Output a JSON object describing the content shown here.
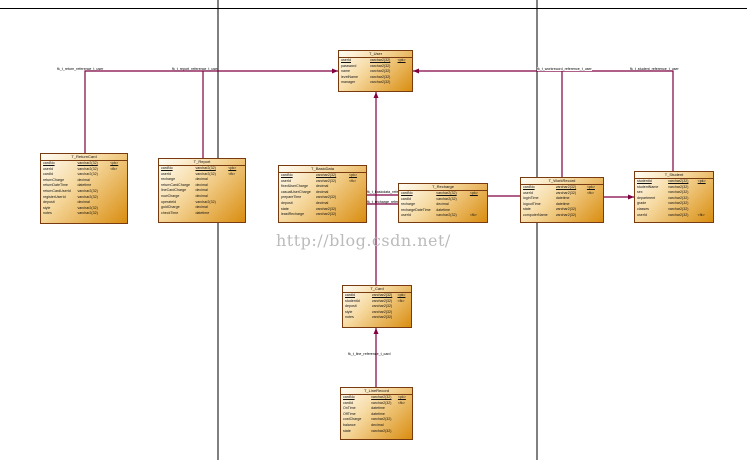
{
  "colors": {
    "connector": "#800040",
    "divider": "#000000",
    "table_fill_end": "#d98d10"
  },
  "watermark": "http://blog.csdn.net/",
  "tables": [
    {
      "name": "T_User",
      "rows": [
        [
          "userId",
          "varchar2(32)",
          "<pk>"
        ],
        [
          "password",
          "varchar2(32)",
          ""
        ],
        [
          "name",
          "varchar2(32)",
          ""
        ],
        [
          "levelName",
          "varchar2(32)",
          ""
        ],
        [
          "manager",
          "varchar2(32)",
          ""
        ]
      ]
    },
    {
      "name": "T_ReturnCard",
      "rows": [
        [
          "cardNo",
          "varchar2(32)",
          "<pk>"
        ],
        [
          "userId",
          "varchar2(32)",
          "<fk>"
        ],
        [
          "cardId",
          "varchar2(32)",
          ""
        ],
        [
          "returnCharge",
          "decimal",
          ""
        ],
        [
          "returnDateTime",
          "datetime",
          ""
        ],
        [
          "returnCardUserId",
          "varchar2(32)",
          ""
        ],
        [
          "registerUserId",
          "varchar2(32)",
          ""
        ],
        [
          "deposit",
          "decimal",
          ""
        ],
        [
          "style",
          "varchar2(32)",
          ""
        ],
        [
          "notes",
          "varchar2(32)",
          ""
        ]
      ]
    },
    {
      "name": "T_Report",
      "rows": [
        [
          "cardNo",
          "varchar2(32)",
          "<pk>"
        ],
        [
          "userId",
          "varchar2(32)",
          "<fk>"
        ],
        [
          "recharge",
          "decimal",
          ""
        ],
        [
          "returnCardCharge",
          "decimal",
          ""
        ],
        [
          "lineCardCharge",
          "decimal",
          ""
        ],
        [
          "nowCharge",
          "decimal",
          ""
        ],
        [
          "operateId",
          "varchar2(32)",
          ""
        ],
        [
          "goldCharge",
          "decimal",
          ""
        ],
        [
          "checkTime",
          "datetime",
          ""
        ]
      ]
    },
    {
      "name": "T_BasicData",
      "rows": [
        [
          "cardNo",
          "varchar2(32)",
          "<pk>"
        ],
        [
          "userId",
          "varchar2(32)",
          "<fk>"
        ],
        [
          "fixedUserCharge",
          "decimal",
          ""
        ],
        [
          "casualUserCharge",
          "decimal",
          ""
        ],
        [
          "prepareTime",
          "varchar2(32)",
          ""
        ],
        [
          "deposit",
          "decimal",
          ""
        ],
        [
          "state",
          "varchar2(32)",
          ""
        ],
        [
          "leastRecharge",
          "varchar2(32)",
          ""
        ]
      ]
    },
    {
      "name": "T_Recharge",
      "rows": [
        [
          "cardNo",
          "varchar2(32)",
          "<pk>"
        ],
        [
          "cardId",
          "varchar2(32)",
          ""
        ],
        [
          "recharge",
          "decimal",
          ""
        ],
        [
          "rechargeDateTime",
          "datetime",
          ""
        ],
        [
          "userId",
          "varchar2(32)",
          "<fk>"
        ]
      ]
    },
    {
      "name": "T_WorkRecord",
      "rows": [
        [
          "cardNo",
          "varchar2(32)",
          "<pk>"
        ],
        [
          "userId",
          "varchar2(32)",
          "<fk>"
        ],
        [
          "loginTime",
          "datetime",
          ""
        ],
        [
          "logoutTime",
          "datetime",
          ""
        ],
        [
          "state",
          "varchar2(32)",
          ""
        ],
        [
          "computerName",
          "varchar2(32)",
          ""
        ]
      ]
    },
    {
      "name": "T_Student",
      "rows": [
        [
          "studentId",
          "varchar2(32)",
          "<pk>"
        ],
        [
          "studentName",
          "varchar2(32)",
          ""
        ],
        [
          "sex",
          "varchar2(32)",
          ""
        ],
        [
          "department",
          "varchar2(32)",
          ""
        ],
        [
          "grade",
          "varchar2(32)",
          ""
        ],
        [
          "classes",
          "varchar2(32)",
          ""
        ],
        [
          "userId",
          "varchar2(32)",
          "<fk>"
        ]
      ]
    },
    {
      "name": "T_Card",
      "rows": [
        [
          "cardId",
          "varchar2(32)",
          "<pk>"
        ],
        [
          "studentId",
          "varchar2(32)",
          "<fk>"
        ],
        [
          "deposit",
          "varchar2(32)",
          ""
        ],
        [
          "style",
          "varchar2(32)",
          ""
        ],
        [
          "notes",
          "varchar2(32)",
          ""
        ]
      ]
    },
    {
      "name": "T_LineRecord",
      "rows": [
        [
          "cardNo",
          "varchar2(32)",
          "<pk>"
        ],
        [
          "cardId",
          "varchar2(32)",
          "<fk>"
        ],
        [
          "OnTime",
          "datetime",
          ""
        ],
        [
          "OffTime",
          "datetime",
          ""
        ],
        [
          "costCharge",
          "varchar2(32)",
          ""
        ],
        [
          "balance",
          "decimal",
          ""
        ],
        [
          "state",
          "varchar2(32)",
          ""
        ]
      ]
    }
  ],
  "relationship_labels": [
    "fk_t_return_reference_t_user",
    "fk_t_report_reference_t_user",
    "fk_t_workrecord_reference_t_user",
    "fk_t_student_reference_t_user",
    "fk_t_line_reference_t_card",
    "fk_t_basicdata_reference_t_user",
    "fk_t_recharge_reference_t_user"
  ]
}
